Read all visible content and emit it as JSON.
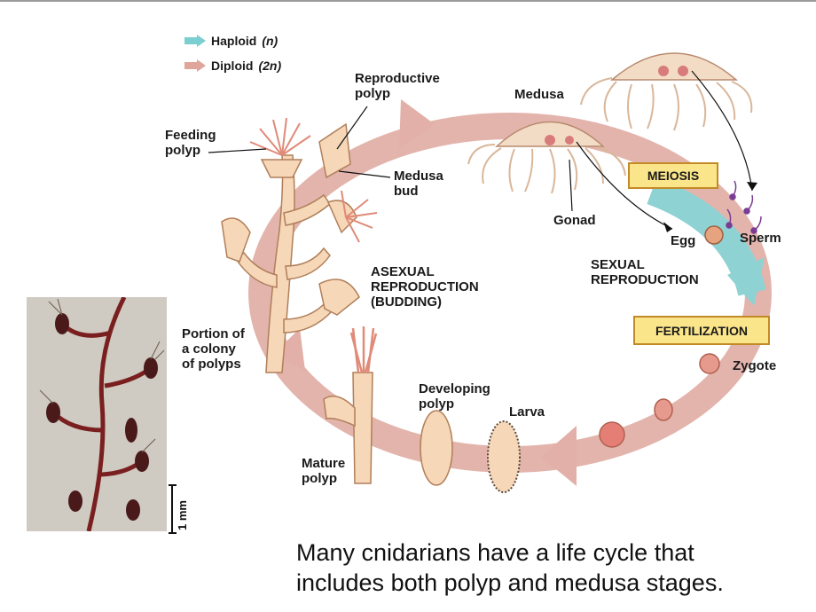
{
  "legend": {
    "haploid": {
      "label": "Haploid",
      "symbol": "(n)",
      "color": "#7ccfd0"
    },
    "diploid": {
      "label": "Diploid",
      "symbol": "(2n)",
      "color": "#dfa49a"
    }
  },
  "labels": {
    "reproductive_polyp": "Reproductive\npolyp",
    "feeding_polyp": "Feeding\npolyp",
    "medusa_bud": "Medusa\nbud",
    "medusa": "Medusa",
    "gonad": "Gonad",
    "egg": "Egg",
    "sperm": "Sperm",
    "asexual": "ASEXUAL\nREPRODUCTION\n(BUDDING)",
    "sexual": "SEXUAL\nREPRODUCTION",
    "colony": "Portion of\na colony\nof polyps",
    "zygote": "Zygote",
    "developing_polyp": "Developing\npolyp",
    "larva": "Larva",
    "mature_polyp": "Mature\npolyp",
    "scale": "1 mm"
  },
  "boxes": {
    "meiosis": "MEIOSIS",
    "fertilization": "FERTILIZATION"
  },
  "caption": "Many cnidarians have a life cycle that\nincludes both polyp and medusa stages.",
  "colors": {
    "cycle": "#e2b0a8",
    "haploid": "#8ed2d4",
    "box_fill": "#fbe58a",
    "box_border": "#c28a27",
    "polyp": "#f6d7b8"
  }
}
